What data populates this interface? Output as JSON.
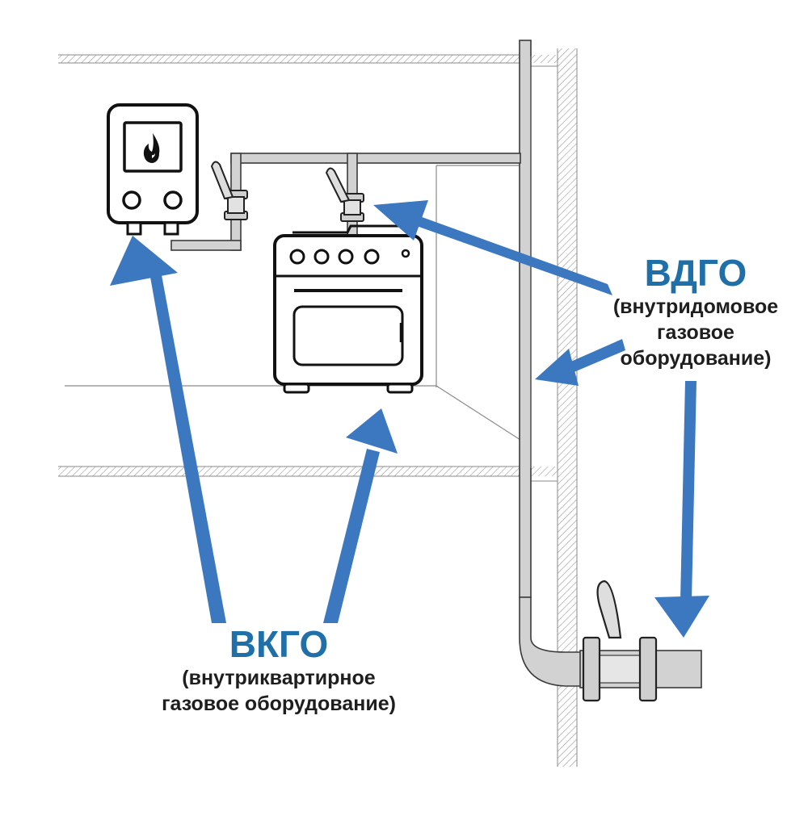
{
  "colors": {
    "arrow": "#3c78c0",
    "title_text": "#1f6fa8",
    "text": "#1e1e1e",
    "outline": "#111111",
    "pipe": "#d2d2d2"
  },
  "icons": {
    "water_heater": "flame-icon",
    "stove": "gas-stove-icon",
    "valve": "ball-valve-icon"
  },
  "vdgo": {
    "abbr": "ВДГО",
    "line1": "(внутридомовое",
    "line2": "газовое",
    "line3": "оборудование)"
  },
  "vkgo": {
    "abbr": "ВКГО",
    "line1": "(внутриквартирное",
    "line2": "газовое оборудование)"
  }
}
